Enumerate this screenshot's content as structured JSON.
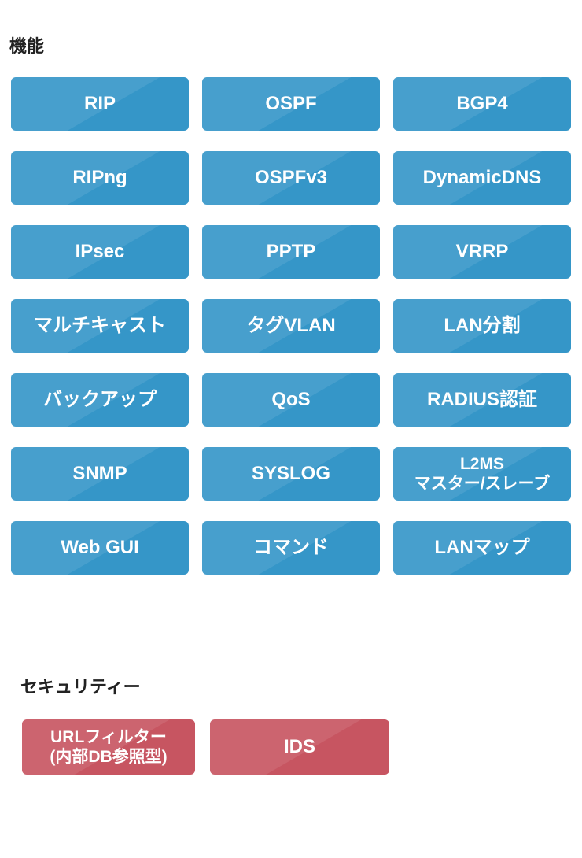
{
  "colors": {
    "feature_button": "#3596c8",
    "security_button": "#c75561",
    "button_text": "#ffffff",
    "heading_text": "#222222",
    "page_background": "#ffffff"
  },
  "features": {
    "heading": "機能",
    "buttons": [
      "RIP",
      "OSPF",
      "BGP4",
      "RIPng",
      "OSPFv3",
      "DynamicDNS",
      "IPsec",
      "PPTP",
      "VRRP",
      "マルチキャスト",
      "タグVLAN",
      "LAN分割",
      "バックアップ",
      "QoS",
      "RADIUS認証",
      "SNMP",
      "SYSLOG",
      "L2MS\nマスター/スレーブ",
      "Web GUI",
      "コマンド",
      "LANマップ"
    ]
  },
  "security": {
    "heading": "セキュリティー",
    "buttons": [
      "URLフィルター\n(内部DB参照型)",
      "IDS"
    ]
  }
}
